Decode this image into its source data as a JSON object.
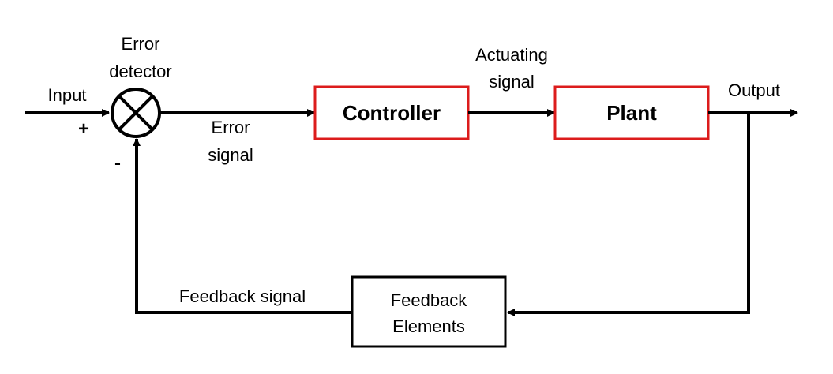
{
  "diagram": {
    "input_label": "Input",
    "output_label": "Output",
    "plus_sign": "+",
    "minus_sign": "-",
    "error_detector": {
      "line1": "Error",
      "line2": "detector"
    },
    "error_signal": {
      "line1": "Error",
      "line2": "signal"
    },
    "actuating_signal": {
      "line1": "Actuating",
      "line2": "signal"
    },
    "controller_label": "Controller",
    "plant_label": "Plant",
    "feedback_elements": {
      "line1": "Feedback",
      "line2": "Elements"
    },
    "feedback_signal_label": "Feedback signal"
  },
  "colors": {
    "block_border_highlight": "#dc1c1c",
    "line": "#000000"
  },
  "icons": {
    "summing_junction": "circle-x-icon"
  }
}
